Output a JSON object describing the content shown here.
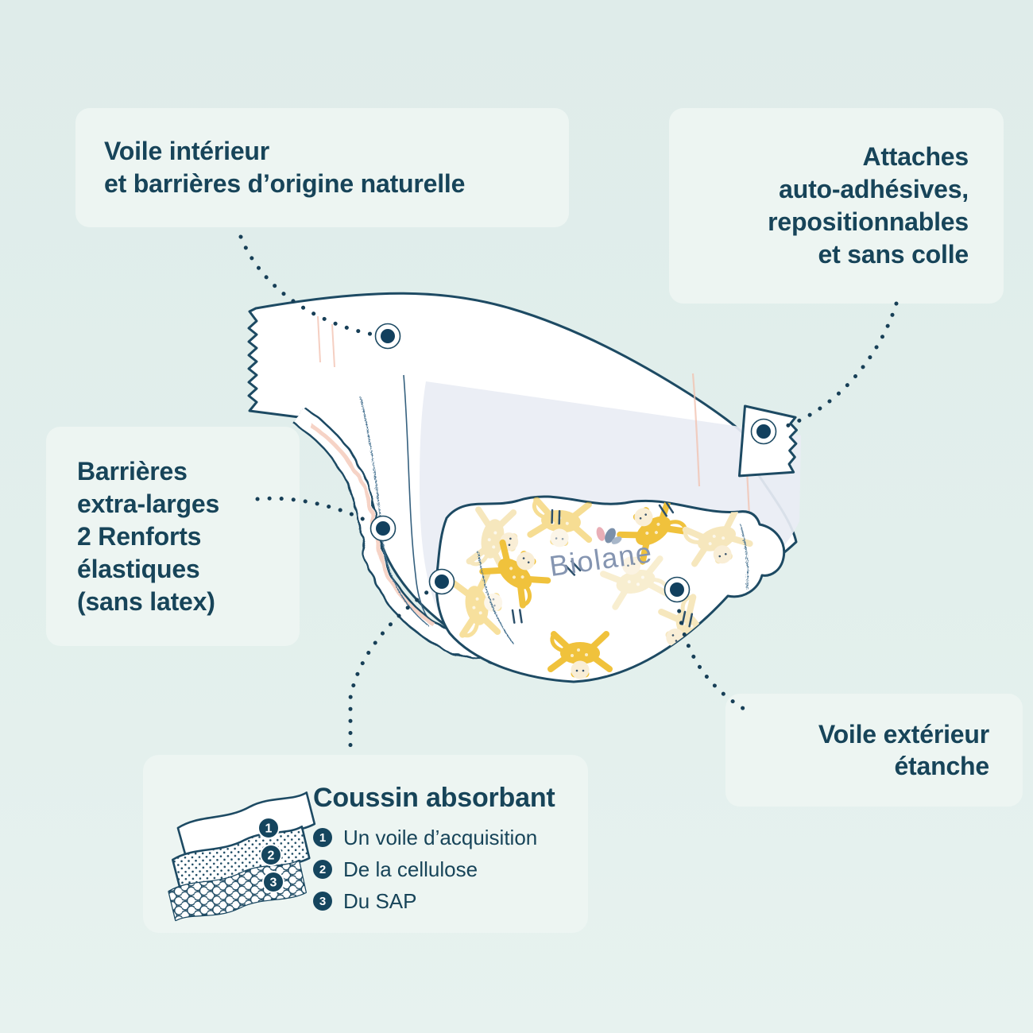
{
  "brand": {
    "logo_text": "Biolane"
  },
  "callouts": {
    "voile_interieur": {
      "lines": [
        "Voile intérieur",
        "et barrières d’origine naturelle"
      ]
    },
    "attaches": {
      "lines": [
        "Attaches",
        "auto-adhésives,",
        "repositionnables",
        "et sans colle"
      ]
    },
    "barrieres": {
      "lines": [
        "Barrières",
        "extra-larges",
        "2 Renforts",
        "élastiques",
        "(sans latex)"
      ]
    },
    "voile_exterieur": {
      "lines": [
        "Voile extérieur",
        "étanche"
      ]
    },
    "coussin": {
      "title": "Coussin absorbant",
      "items": [
        {
          "num": "1",
          "label": "Un voile d’acquisition"
        },
        {
          "num": "2",
          "label": "De la cellulose"
        },
        {
          "num": "3",
          "label": "Du SAP"
        }
      ]
    }
  },
  "colors": {
    "background": "#e2efec",
    "callout_box": "#edf5f2",
    "text_navy": "#174459",
    "marker_navy": "#12405e",
    "pattern_yellow": "#f0c23c",
    "pattern_pale_yellow": "#f6e7bd",
    "elastic_pink": "#f4cbbc",
    "logo_blue": "#8595b1",
    "diaper_white": "#ffffff",
    "core_panel": "#e9edf4"
  }
}
